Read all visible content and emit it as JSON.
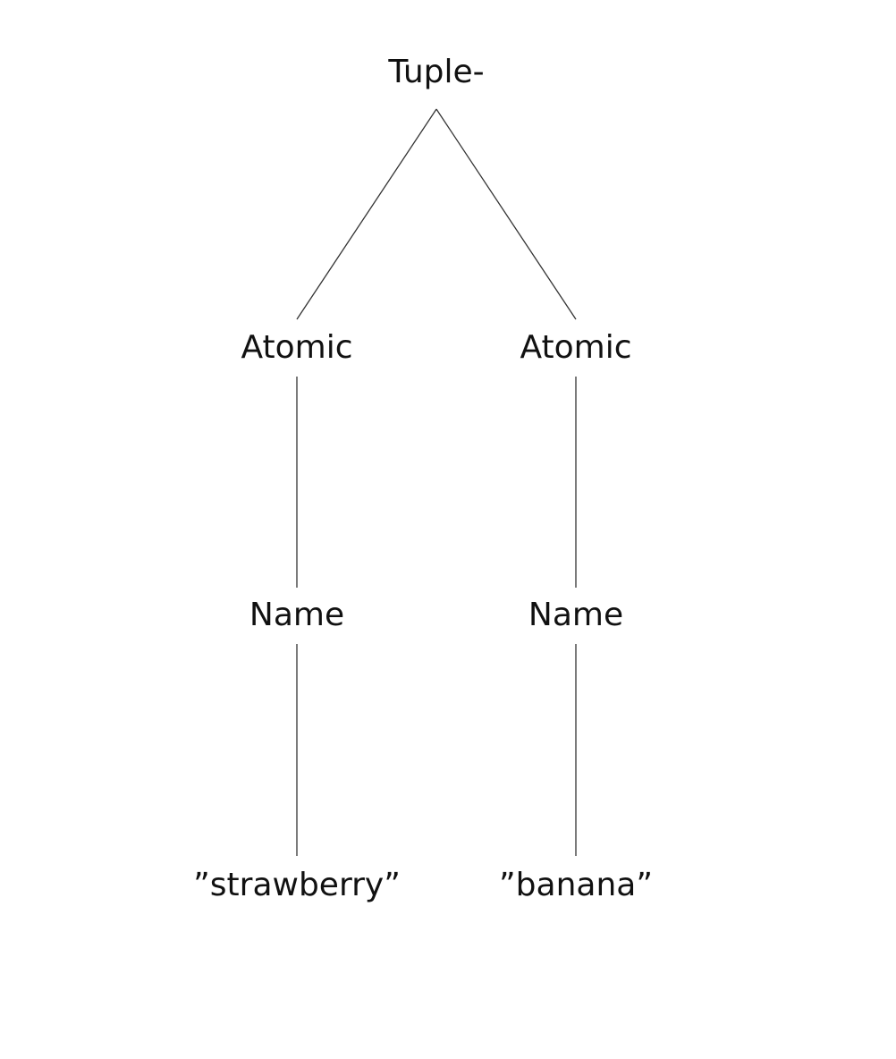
{
  "tree": {
    "root": "Tuple-",
    "children": [
      {
        "label": "Atomic",
        "child": {
          "label": "Name",
          "child": {
            "label": "”strawberry”"
          }
        }
      },
      {
        "label": "Atomic",
        "child": {
          "label": "Name",
          "child": {
            "label": "”banana”"
          }
        }
      }
    ]
  }
}
